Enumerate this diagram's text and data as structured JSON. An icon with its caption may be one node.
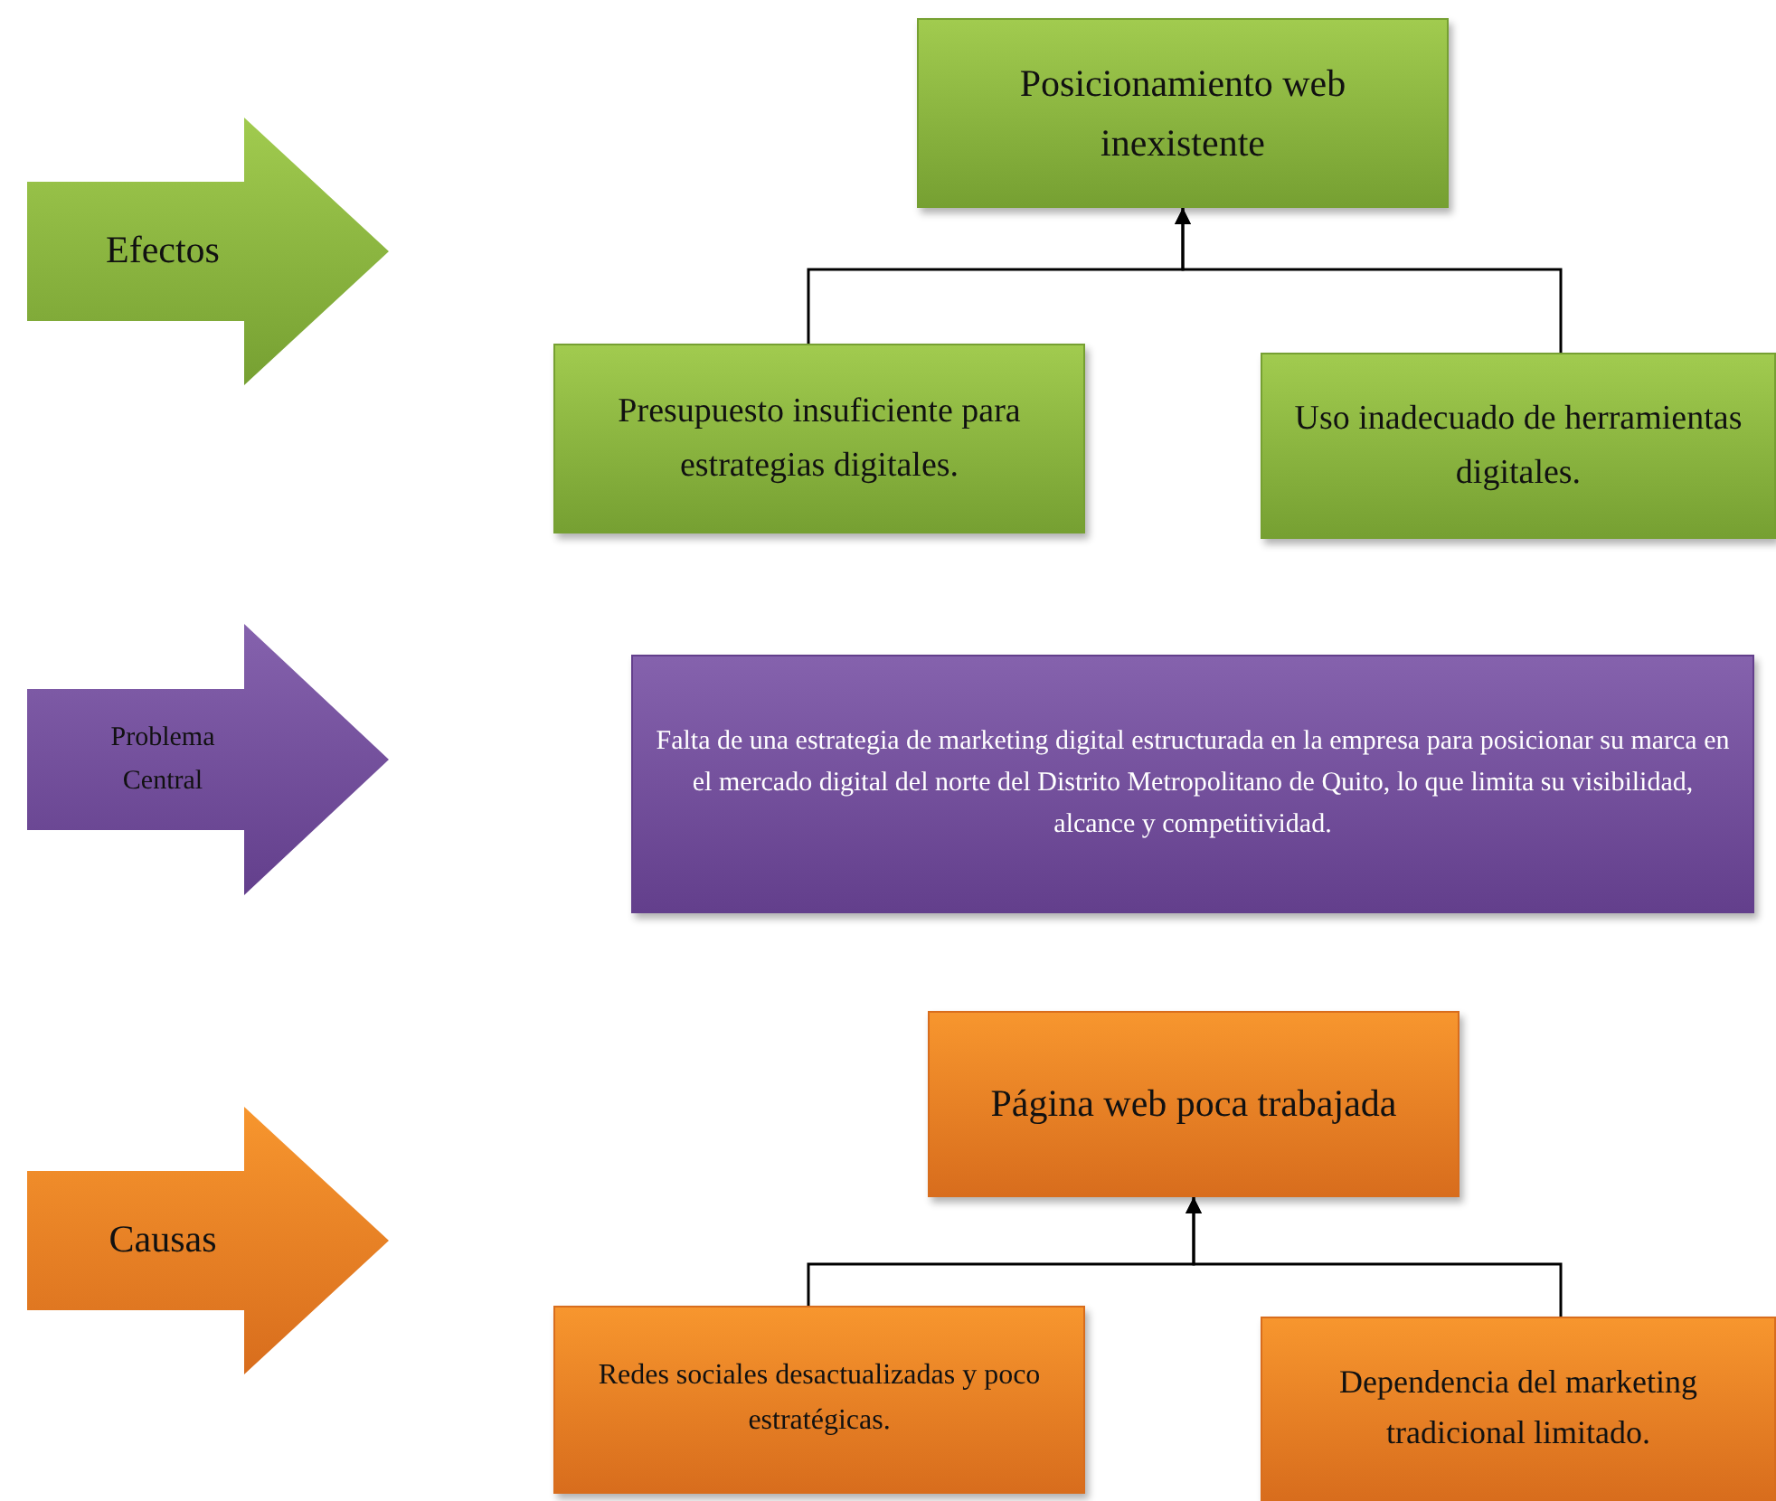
{
  "diagram": {
    "nodes": [
      {
        "text": [
          "Efectos"
        ]
      },
      {
        "text": [
          "Posicionamiento web inexistente"
        ]
      },
      {
        "text": [
          "Presupuesto insuficiente para estrategias digitales."
        ]
      },
      {
        "text": [
          "Uso inadecuado de herramientas digitales."
        ]
      },
      {
        "text": [
          "Problema Central"
        ]
      },
      {
        "text": [
          "Falta de una estrategia de marketing digital estructurada en la empresa para posicionar su marca en el mercado digital del norte del Distrito Metropolitano de Quito, lo que limita su visibilidad, alcance y competitividad."
        ]
      },
      {
        "text": [
          "Causas"
        ]
      },
      {
        "text": [
          "Página web poca trabajada"
        ]
      },
      {
        "text": [
          "Redes sociales desactualizadas y poco estratégicas."
        ]
      },
      {
        "text": [
          "Dependencia del marketing tradicional limitado."
        ]
      }
    ],
    "edges": [
      {
        "from": 2,
        "to": 1,
        "arrow": "to"
      },
      {
        "from": 3,
        "to": 1,
        "arrow": "to"
      },
      {
        "from": 8,
        "to": 7,
        "arrow": "to"
      },
      {
        "from": 9,
        "to": 7,
        "arrow": "to"
      }
    ]
  }
}
